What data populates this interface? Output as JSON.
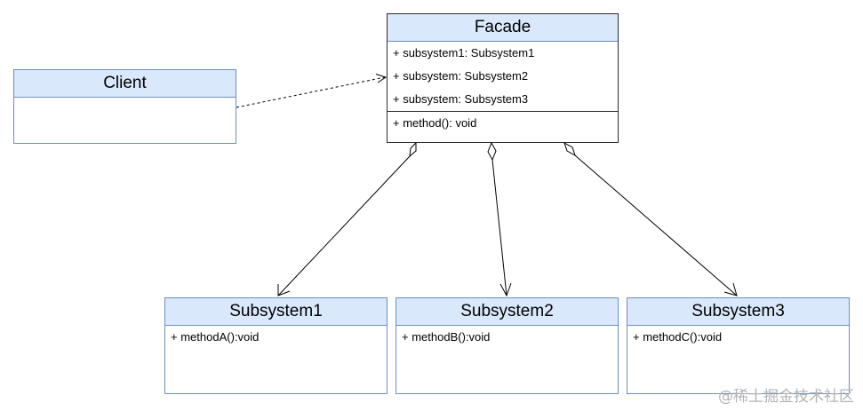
{
  "client": {
    "name": "Client"
  },
  "facade": {
    "name": "Facade",
    "attributes": [
      "+ subsystem1: Subsystem1",
      "+ subsystem: Subsystem2",
      "+ subsystem: Subsystem3"
    ],
    "methods": [
      "+ method(): void"
    ]
  },
  "subsystems": [
    {
      "name": "Subsystem1",
      "methods": [
        "+ methodA():void"
      ]
    },
    {
      "name": "Subsystem2",
      "methods": [
        "+ methodB():void"
      ]
    },
    {
      "name": "Subsystem3",
      "methods": [
        "+ methodC():void"
      ]
    }
  ],
  "watermark": "@稀土掘金技术社区",
  "colors": {
    "header_fill": "#dae8fc",
    "border": "#6c8ebf",
    "line": "#000000"
  }
}
